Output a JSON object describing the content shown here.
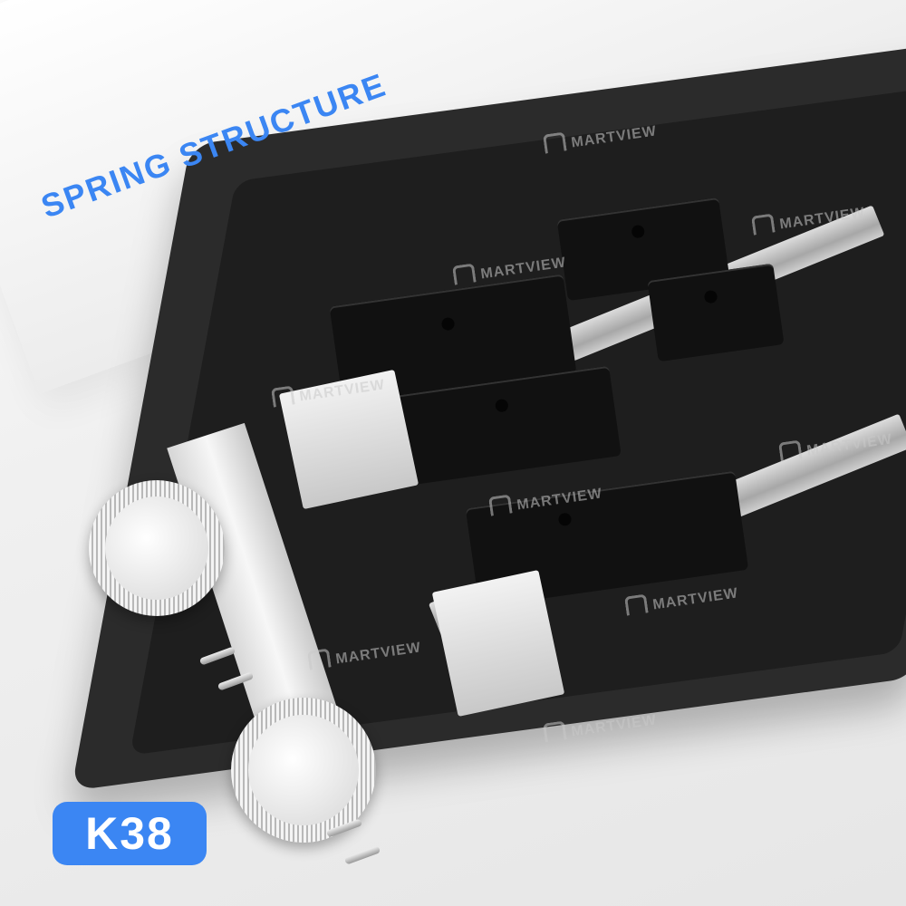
{
  "headline": "SPRING STRUCTURE",
  "model_badge": "K38",
  "watermark": "MARTVIEW",
  "colors": {
    "accent": "#3b86f3",
    "plate": "#2b2b2b",
    "background": "#f4f4f4"
  }
}
